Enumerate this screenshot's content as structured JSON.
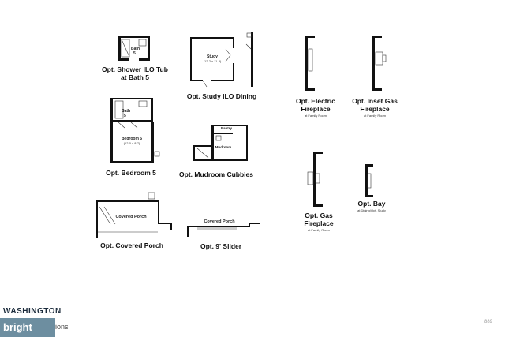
{
  "captions": {
    "shower_line1": "Opt. Shower ILO Tub",
    "shower_line2": "at Bath 5",
    "study": "Opt. Study ILO Dining",
    "electric_line1": "Opt. Electric",
    "electric_line2": "Fireplace",
    "electric_sub": "at Family Room",
    "inset_line1": "Opt. Inset Gas",
    "inset_line2": "Fireplace",
    "inset_sub": "at Family Room",
    "bedroom": "Opt. Bedroom 5",
    "mudroom": "Opt. Mudroom Cubbies",
    "gas_line1": "Opt. Gas",
    "gas_line2": "Fireplace",
    "gas_sub": "at Family Room",
    "bay_line1": "Opt. Bay",
    "bay_sub": "at Dining/Opt. Study",
    "porch": "Opt. Covered Porch",
    "slider": "Opt. 9' Slider"
  },
  "rooms": {
    "bath5_a": "Bath",
    "bath5_a_num": "5",
    "study": "Study",
    "study_dim": "(12-2 x 11-3)",
    "bath5_b": "Bath",
    "bath5_b_num": "5",
    "bedroom5": "Bedroom 5",
    "bedroom5_dim": "(12-0 x 8-7)",
    "pantry": "Pantry",
    "mudroom": "Mudroom",
    "covered_porch": "Covered Porch",
    "covered_porch_slider": "Covered Porch"
  },
  "branding": {
    "top": "WASHINGTON",
    "logo": "bright",
    "tail": "ions"
  },
  "page_number": "889"
}
